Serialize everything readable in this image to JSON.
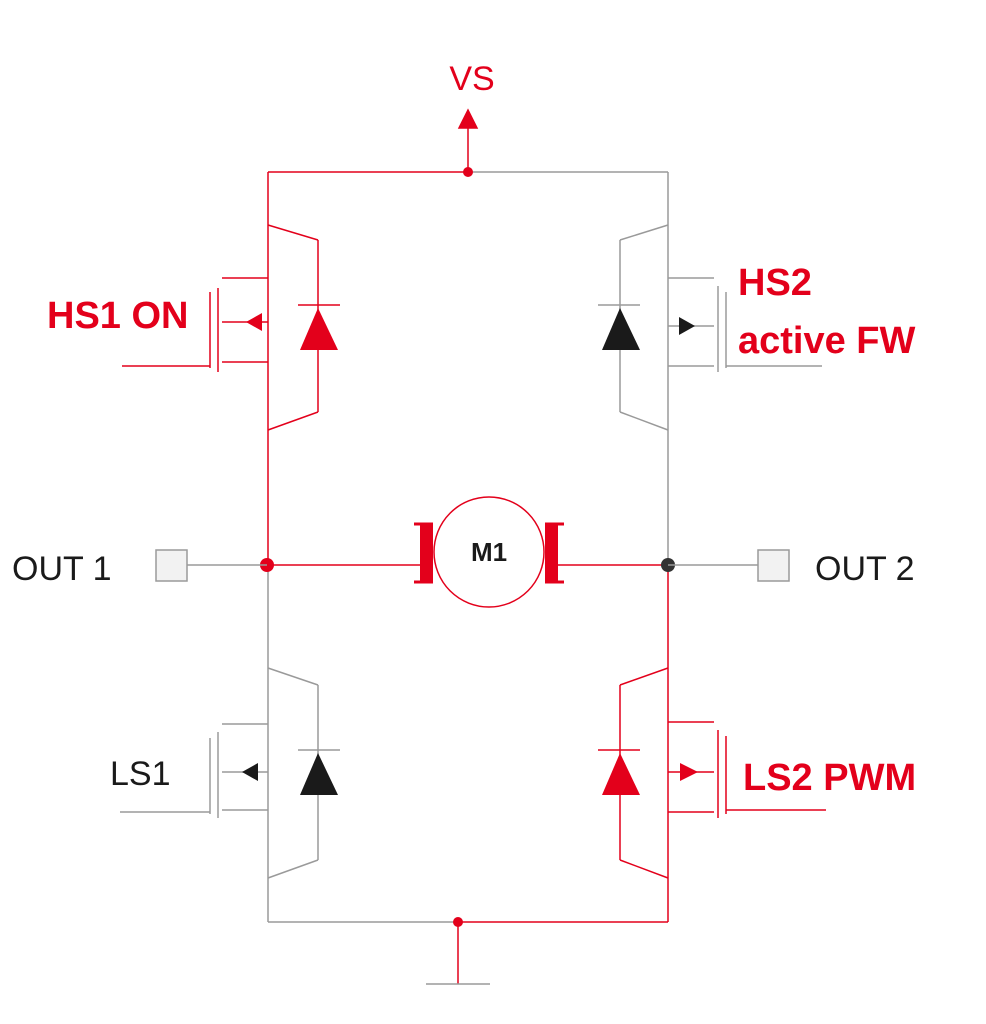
{
  "colors": {
    "active": "#e3001b",
    "inactive": "#9a9a9a",
    "label_black": "#1a1a1a",
    "terminal_fill": "#f2f2f2",
    "motor_node": "#333333"
  },
  "labels": {
    "supply": "VS",
    "hs1": "HS1 ON",
    "hs2_line1": "HS2",
    "hs2_line2": "active FW",
    "ls1": "LS1",
    "ls2": "LS2 PWM",
    "out1": "OUT 1",
    "out2": "OUT 2",
    "motor": "M1"
  },
  "transistors": [
    {
      "id": "hs1",
      "state": "on"
    },
    {
      "id": "hs2",
      "state": "freewheel"
    },
    {
      "id": "ls1",
      "state": "off"
    },
    {
      "id": "ls2",
      "state": "pwm"
    }
  ]
}
